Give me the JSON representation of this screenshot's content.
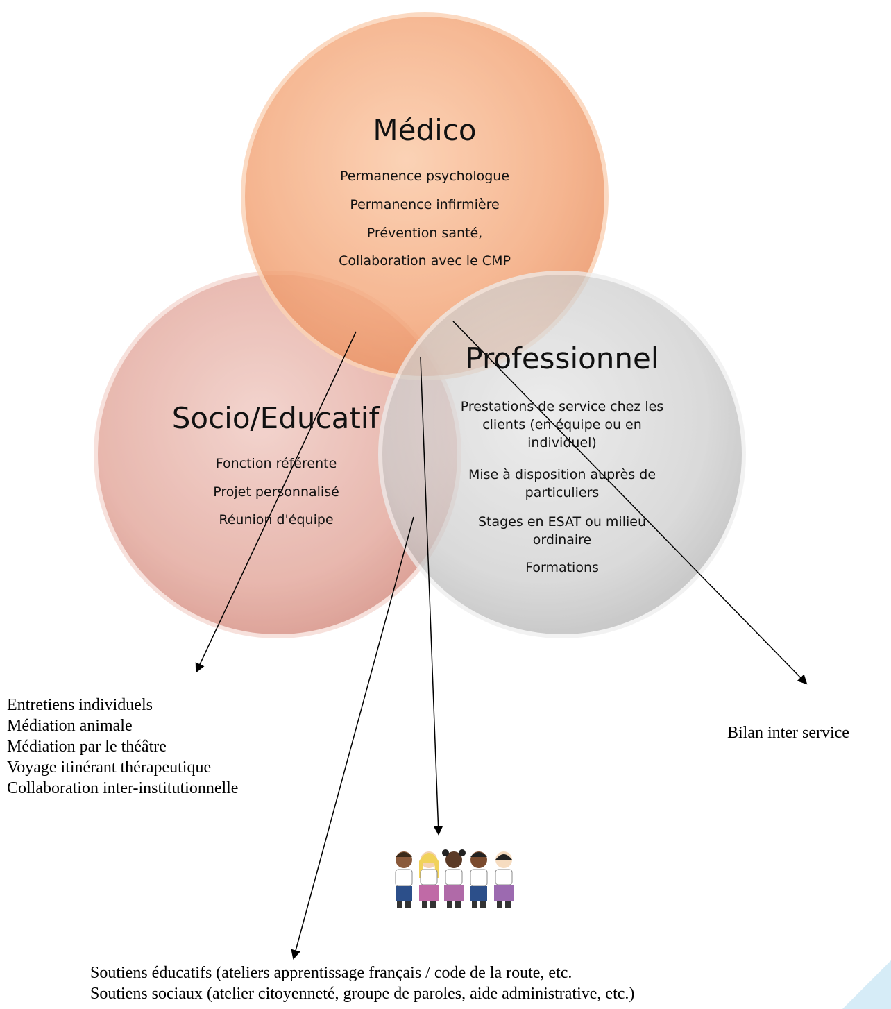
{
  "circles": {
    "medico": {
      "title": "Médico",
      "items": [
        "Permanence psychologue",
        "Permanence infirmière",
        "Prévention santé,",
        "Collaboration avec le CMP"
      ],
      "color": "#f4a77a"
    },
    "socio": {
      "title": "Socio/Educatif",
      "items": [
        "Fonction référente",
        "Projet personnalisé",
        "Réunion d'équipe"
      ],
      "color": "#e4aba0"
    },
    "pro": {
      "title": "Professionnel",
      "items": [
        "Prestations de service chez les clients (en équipe ou en individuel)",
        "Mise à disposition auprès de particuliers",
        "Stages en ESAT ou milieu ordinaire",
        "Formations"
      ],
      "color": "#c8c8c8"
    }
  },
  "outcomes": {
    "left": [
      "Entretiens individuels",
      "Médiation animale",
      "Médiation par le théâtre",
      "Voyage itinérant thérapeutique",
      "Collaboration inter-institutionnelle"
    ],
    "right": "Bilan inter service",
    "bottom": [
      "Soutiens éducatifs (ateliers apprentissage français / code de la route, etc.",
      "Soutiens sociaux (atelier citoyenneté, groupe de paroles, aide administrative, etc.)"
    ]
  },
  "icons": {
    "kids": "kids-group-icon",
    "corner": "corner-decoration-icon"
  }
}
